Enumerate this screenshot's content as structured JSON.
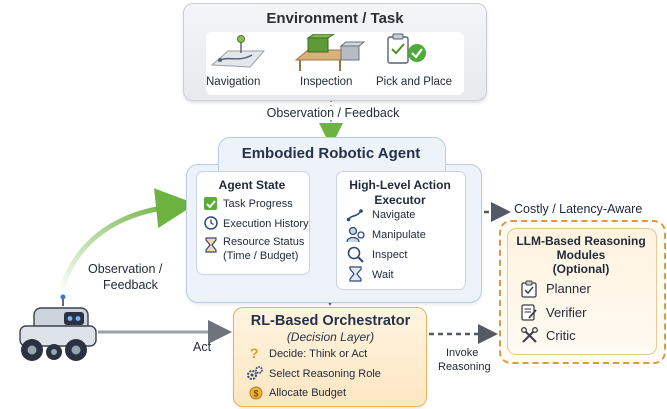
{
  "environment": {
    "title": "Environment / Task",
    "stages": [
      "Navigation",
      "Inspection",
      "Pick and Place"
    ]
  },
  "edges": {
    "obs_feedback_top": "Observation / Feedback",
    "observation": "Observation /",
    "feedback": "Feedback",
    "act": "Act",
    "costly": "Costly / Latency-Aware",
    "invoke": "Invoke",
    "reasoning": "Reasoning"
  },
  "agent": {
    "title": "Embodied Robotic Agent",
    "state": {
      "title": "Agent State",
      "items": [
        "Task Progress",
        "Execution History",
        "Resource Status",
        "(Time / Budget)"
      ]
    },
    "executor": {
      "title_line1": "High-Level Action",
      "title_line2": "Executor",
      "items": [
        "Navigate",
        "Manipulate",
        "Inspect",
        "Wait"
      ]
    }
  },
  "orchestrator": {
    "title": "RL-Based Orchestrator",
    "subtitle": "(Decision Layer)",
    "items": [
      "Decide: Think or Act",
      "Select Reasoning Role",
      "Allocate Budget"
    ]
  },
  "llm": {
    "title_line1": "LLM-Based Reasoning",
    "title_line2": "Modules",
    "title_line3": "(Optional)",
    "items": [
      "Planner",
      "Verifier",
      "Critic"
    ]
  },
  "colors": {
    "green_arrow": "#6db33f",
    "orange": "#e0a040",
    "blue_panel": "#eef3fa",
    "gray_arrow": "#8a8f97"
  }
}
